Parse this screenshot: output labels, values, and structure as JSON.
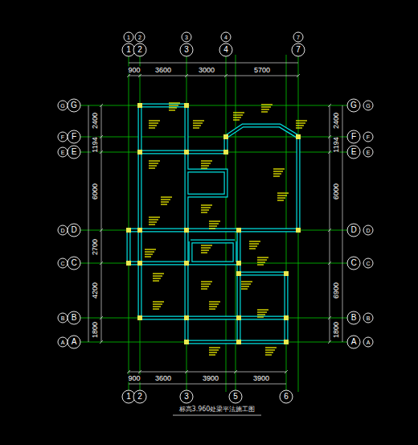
{
  "diagram": {
    "caption": "标高3.960处梁平法施工图",
    "labels": [
      "1",
      "2",
      "3",
      "4",
      "7",
      "1",
      "2",
      "3",
      "4",
      "7",
      "900",
      "3600",
      "3000",
      "5700",
      "900",
      "3600",
      "3900",
      "3900",
      "1",
      "2",
      "3",
      "5",
      "6",
      "G",
      "F",
      "E",
      "D",
      "C",
      "B",
      "A",
      "G",
      "F",
      "E",
      "D",
      "C",
      "B",
      "A",
      "G",
      "F",
      "E",
      "D",
      "C",
      "B",
      "A",
      "G",
      "F",
      "E",
      "D",
      "C",
      "B",
      "A",
      "2400",
      "1194",
      "6000",
      "2700",
      "4200",
      "1800",
      "2400",
      "1194",
      "6000",
      "6900",
      "1800"
    ]
  }
}
